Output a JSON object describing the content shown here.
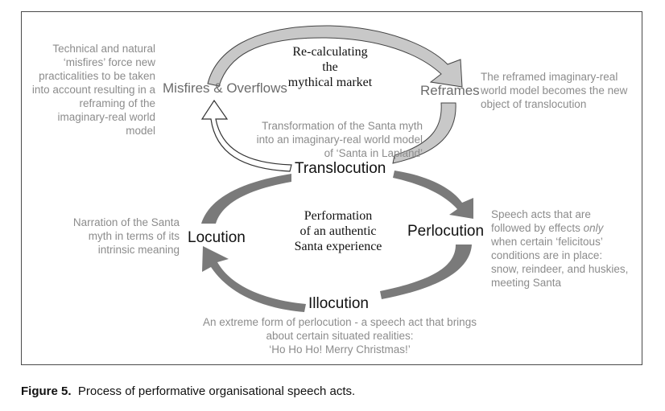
{
  "labels": {
    "misfires": "Misfires & Overflows",
    "reframes": "Reframes",
    "translocution": "Translocution",
    "locution": "Locution",
    "perlocution": "Perlocution",
    "illocution": "Illocution"
  },
  "centers": {
    "top": [
      "Re-calculating",
      "the",
      "mythical market"
    ],
    "bottom": [
      "Performation",
      "of an authentic",
      "Santa experience"
    ]
  },
  "notes": {
    "misfires": [
      "Technical and natural",
      "‘misfires’ force new",
      "practicalities to be taken",
      "into account resulting in a",
      "reframing  of the",
      "imaginary-real world",
      "model"
    ],
    "reframes": [
      "The reframed imaginary-real",
      "world model becomes the new",
      "object of translocution"
    ],
    "transformation": [
      "Transformation of the Santa myth",
      "into an imaginary-real world model",
      "of ‘Santa in Lapland’"
    ],
    "locution": [
      "Narration of the Santa",
      "myth in terms of its",
      "intrinsic meaning"
    ],
    "perlocution": {
      "line1": "Speech acts that are",
      "line2_a": "followed by effects ",
      "line2_em": "only",
      "line3": "when certain ‘felicitous’",
      "line4": "conditions are in place:",
      "line5": "snow, reindeer, and huskies,",
      "line6": "meeting Santa"
    },
    "illocution": [
      "An extreme form of perlocution  - a speech act that brings",
      "about certain situated realities:",
      "‘Ho Ho Ho! Merry Christmas!’"
    ]
  },
  "caption": {
    "label": "Figure 5.",
    "text": "Process of performative organisational speech acts."
  },
  "colors": {
    "dark_arrow": "#7a7a7a",
    "light_arrow": "#c8c8c8",
    "outline_arrow": "#ffffff",
    "note_text": "#8c8c8c"
  }
}
